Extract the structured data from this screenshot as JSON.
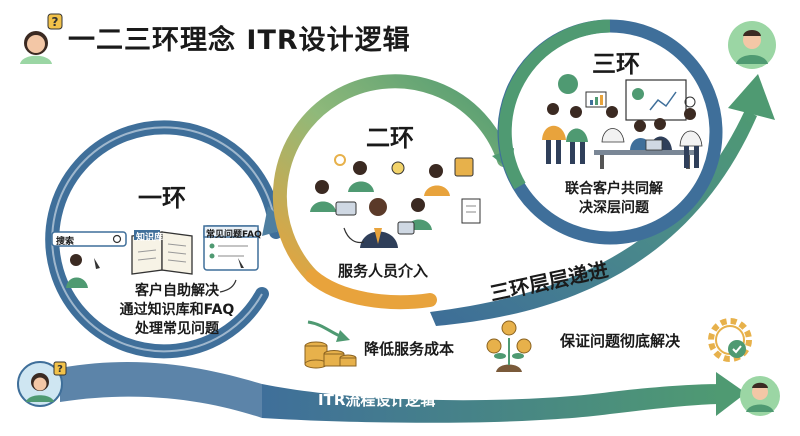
{
  "title": "一二三环理念 ITR设计逻辑",
  "ring1": {
    "name": "一环",
    "search_placeholder": "搜索",
    "kb_label": "知识库",
    "faq_label": "常见问题FAQ",
    "caption_lines": [
      "客户自助解决",
      "通过知识库和FAQ",
      "处理常见问题"
    ]
  },
  "ring2": {
    "name": "二环",
    "caption": "服务人员介入"
  },
  "ring3": {
    "name": "三环",
    "caption_lines": [
      "联合客户共同解",
      "决深层问题"
    ]
  },
  "progress_label": "三环层层递进",
  "cost_label": "降低服务成本",
  "resolve_label": "保证问题彻底解决",
  "flow_label": "ITR流程设计逻辑",
  "colors": {
    "ring_blue": "#3f6f9a",
    "ring_green": "#4f9a72",
    "ring_orange": "#e8a33c",
    "avatar_green": "#9bd6a4",
    "gold": "#e7b14b"
  }
}
